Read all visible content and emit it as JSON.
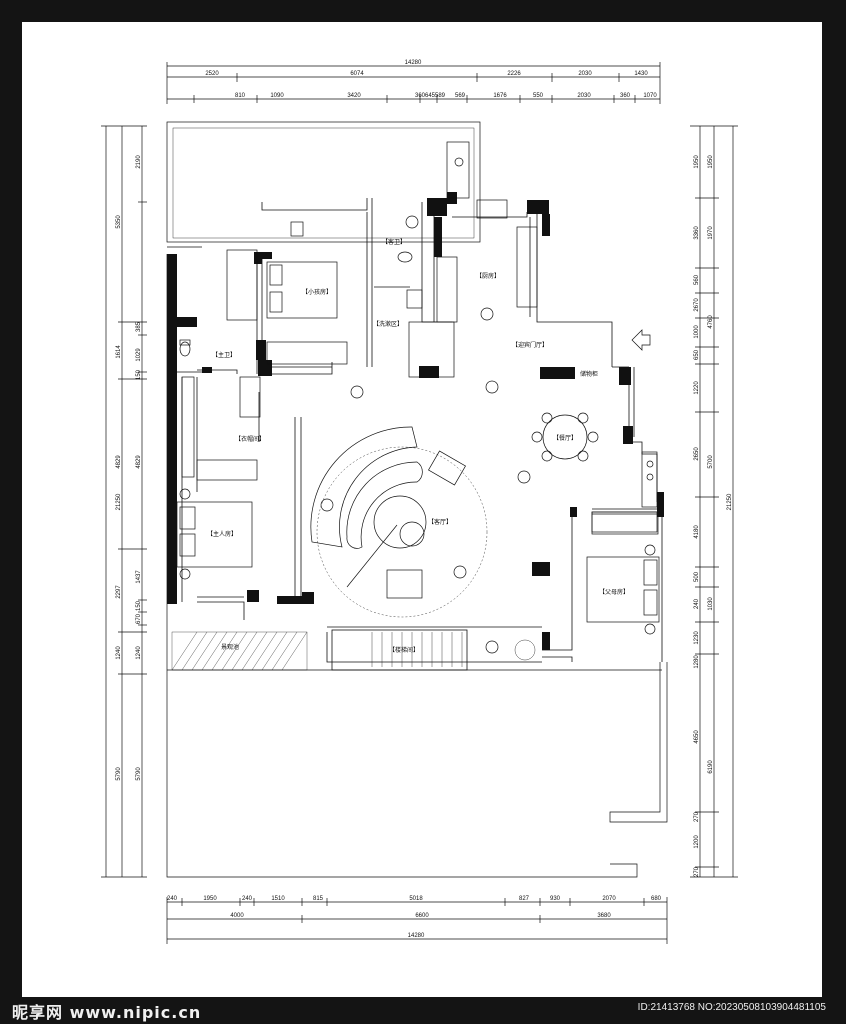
{
  "watermark": "昵享网 www.nipic.cn",
  "id_text": "ID:21413768 NO:20230508103904481105",
  "rooms": {
    "kids": "【小孩房】",
    "guest_bath": "【客卫】",
    "kitchen": "【厨房】",
    "wash": "【洗漱区】",
    "entry": "【迎宾门厅】",
    "master_bath": "【主卫】",
    "dining": "【餐厅】",
    "closet": "【衣帽间】",
    "living": "【客厅】",
    "master": "【主人房】",
    "parents": "【父母房】",
    "stair": "【楼梯间】",
    "storage": "储物柜",
    "garden": "景观池"
  },
  "dims": {
    "top_total": "14280",
    "top_row1": [
      "2520",
      "6074",
      "2226",
      "2030",
      "1430"
    ],
    "top_row2": [
      "810",
      "1090",
      "3420",
      "360",
      "645",
      "589",
      "569",
      "1676",
      "550",
      "2030",
      "360",
      "1070"
    ],
    "bottom_row1": [
      "240",
      "1950",
      "240",
      "1510",
      "815",
      "5018",
      "827",
      "930",
      "2070",
      "680"
    ],
    "bottom_row2": [
      "4000",
      "6600",
      "3680"
    ],
    "bottom_total": "14280",
    "left_outer": [
      "5350",
      "1614",
      "4829",
      "2297",
      "1240",
      "5790"
    ],
    "left_inner": [
      "2190",
      "385",
      "1029",
      "150",
      "4829",
      "1437",
      "150",
      "670",
      "1240",
      "5790"
    ],
    "left_total": "21250",
    "right_inner": [
      "1950",
      "3360",
      "560",
      "2670",
      "1000",
      "650",
      "1220",
      "2650",
      "4180",
      "500",
      "240",
      "1230",
      "1280",
      "4650",
      "270",
      "1200",
      "270"
    ],
    "right_outer": [
      "1950",
      "1970",
      "4760",
      "5700",
      "1030",
      "6190"
    ],
    "right_total": "21250"
  }
}
